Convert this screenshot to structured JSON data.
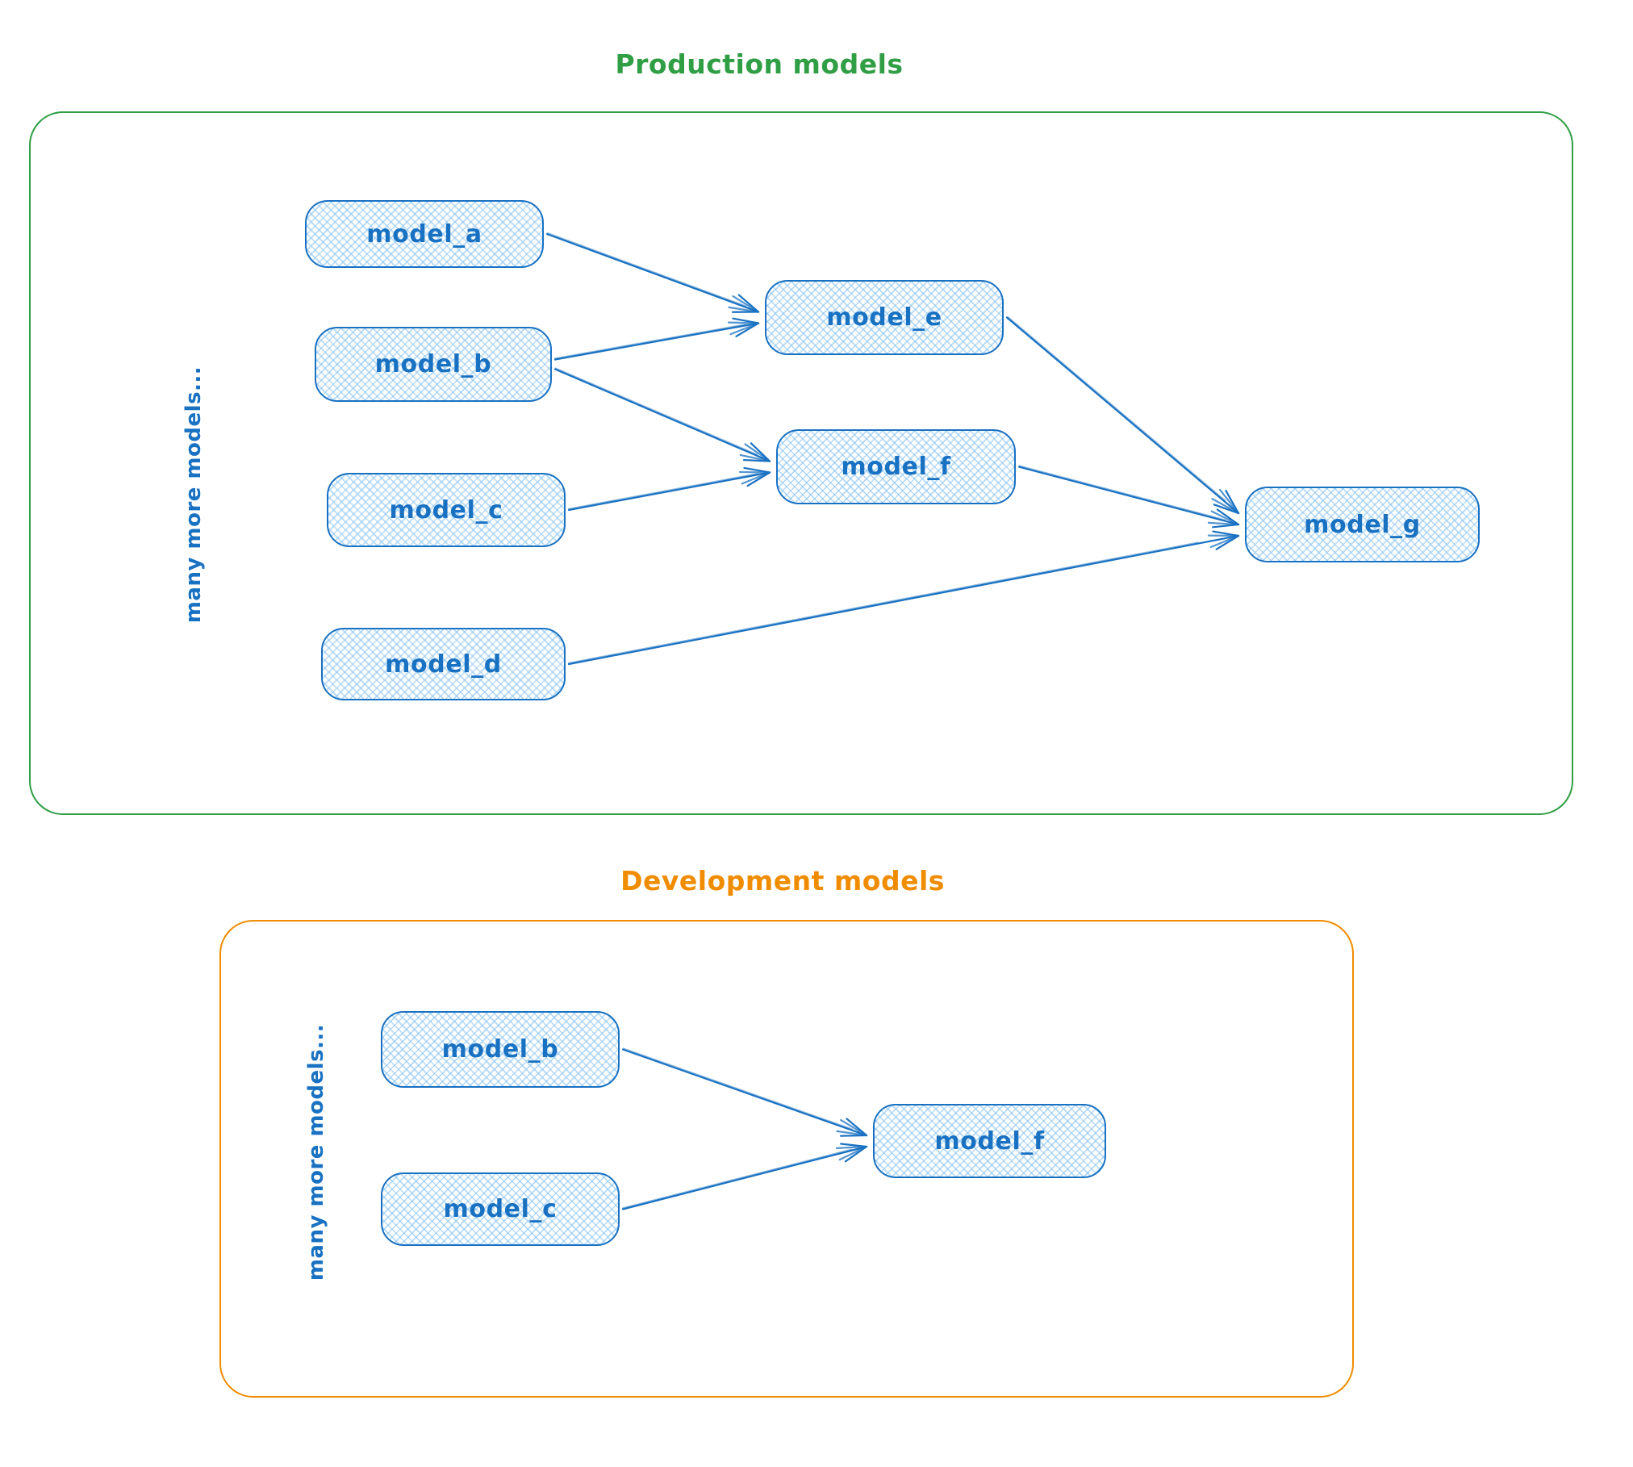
{
  "production": {
    "title": "Production models",
    "side_note": "many more models...",
    "nodes": [
      {
        "id": "model_a",
        "label": "model_a"
      },
      {
        "id": "model_b",
        "label": "model_b"
      },
      {
        "id": "model_c",
        "label": "model_c"
      },
      {
        "id": "model_d",
        "label": "model_d"
      },
      {
        "id": "model_e",
        "label": "model_e"
      },
      {
        "id": "model_f",
        "label": "model_f"
      },
      {
        "id": "model_g",
        "label": "model_g"
      }
    ],
    "edges": [
      {
        "from": "model_a",
        "to": "model_e"
      },
      {
        "from": "model_b",
        "to": "model_e"
      },
      {
        "from": "model_b",
        "to": "model_f"
      },
      {
        "from": "model_c",
        "to": "model_f"
      },
      {
        "from": "model_e",
        "to": "model_g"
      },
      {
        "from": "model_f",
        "to": "model_g"
      },
      {
        "from": "model_d",
        "to": "model_g"
      }
    ]
  },
  "development": {
    "title": "Development models",
    "side_note": "many more models...",
    "nodes": [
      {
        "id": "model_b",
        "label": "model_b"
      },
      {
        "id": "model_c",
        "label": "model_c"
      },
      {
        "id": "model_f",
        "label": "model_f"
      }
    ],
    "edges": [
      {
        "from": "model_b",
        "to": "model_f"
      },
      {
        "from": "model_c",
        "to": "model_f"
      }
    ]
  },
  "colors": {
    "production_accent": "#2f9e44",
    "development_accent": "#f08c00",
    "node_stroke": "#1971c2",
    "node_fill_hatch": "#a5d8ff",
    "edge_stroke": "#1971c2",
    "background": "#ffffff"
  }
}
